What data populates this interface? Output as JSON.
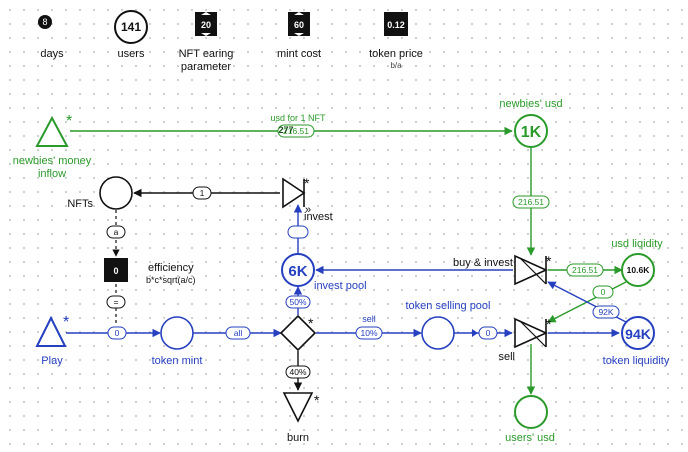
{
  "top": {
    "days": {
      "label": "days"
    },
    "users": {
      "value": "141",
      "label": "users"
    },
    "nft_param": {
      "value": "20",
      "label_line1": "NFT earing",
      "label_line2": "parameter"
    },
    "mint_cost": {
      "value": "60",
      "label": "mint cost"
    },
    "token_price": {
      "value": "0.12",
      "label": "token price",
      "sublabel": "b/a"
    }
  },
  "nodes": {
    "newbies_inflow": {
      "label_line1": "newbies' money",
      "label_line2": "inflow",
      "star": "*"
    },
    "newbies_usd": {
      "value": "1K",
      "label": "newbies' usd"
    },
    "nfts": {
      "label": "NFTs"
    },
    "invest_gate": {
      "label": "invest",
      "star": "*",
      "arrows": "»"
    },
    "efficiency": {
      "value": "0",
      "label": "efficiency",
      "formula": "b*c*sqrt(a/c)"
    },
    "invest_pool": {
      "value": "6K",
      "label": "invest pool"
    },
    "buy_invest": {
      "label": "buy & invest",
      "star": "*"
    },
    "usd_liquidity": {
      "value": "10.6K",
      "label": "usd liqidity"
    },
    "play": {
      "label": "Play",
      "star": "*"
    },
    "token_mint": {
      "label": "token mint"
    },
    "splitter": {
      "star": "*"
    },
    "token_selling_pool": {
      "label": "token selling pool"
    },
    "sell_gate": {
      "label": "sell",
      "star": "*"
    },
    "token_liquidity": {
      "value": "94K",
      "label": "token liquidity"
    },
    "burn": {
      "label": "burn",
      "star": "*"
    },
    "users_usd": {
      "label": "users' usd"
    }
  },
  "edges": {
    "usd_for_nft": {
      "label": "usd for 1 NFT",
      "value": "216.51",
      "overlay": "277"
    },
    "to_nfts": {
      "value": "1"
    },
    "a_conn": {
      "value": "a"
    },
    "eq_conn": {
      "value": "="
    },
    "play_out": {
      "value": "0"
    },
    "mint_out": {
      "value": "all"
    },
    "split_up": {
      "value": "50%"
    },
    "split_down": {
      "value": "40%"
    },
    "split_sell": {
      "label": "sell",
      "value": "10%"
    },
    "selling_out": {
      "value": "0"
    },
    "newbies_down": {
      "value": "216.51"
    },
    "to_usd_liq": {
      "value": "216.51"
    },
    "liq_back": {
      "value": "0"
    },
    "token_back": {
      "value": "92K"
    }
  }
}
